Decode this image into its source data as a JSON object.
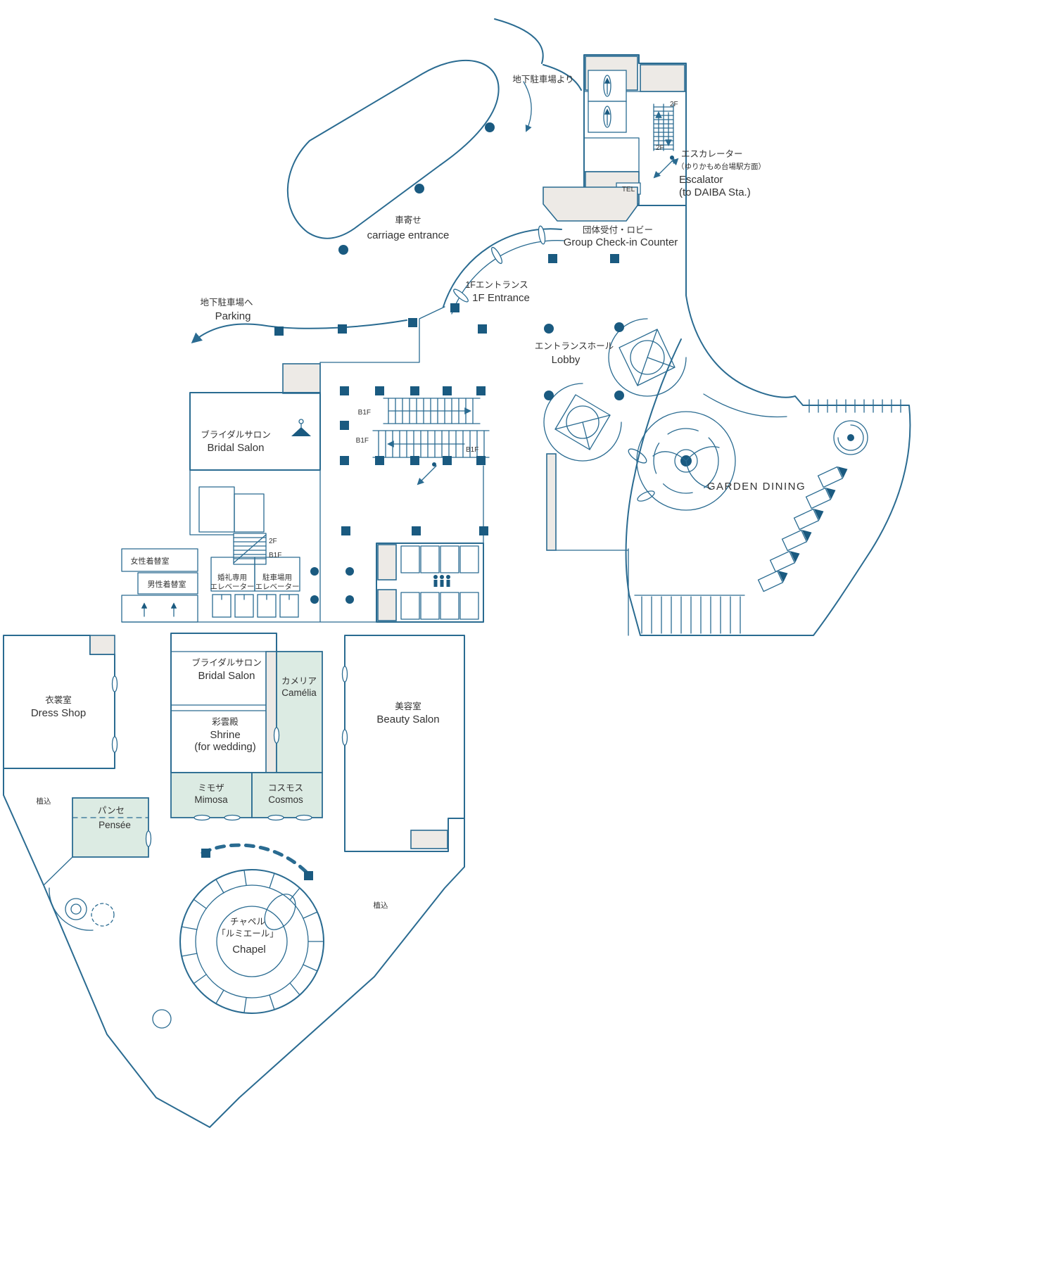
{
  "colors": {
    "line": "#2a6b91",
    "pillar": "#1a5a80",
    "room_gray": "#edeae6",
    "room_green": "#dcebe3",
    "text": "#333333",
    "background": "#ffffff"
  },
  "areas": {
    "from_parking": "地下駐車場より",
    "carriage": {
      "jp": "車寄せ",
      "en": "carriage entrance"
    },
    "group_checkin": {
      "jp": "団体受付・ロビー",
      "en": "Group Check-in Counter"
    },
    "escalator": {
      "jp": "エスカレーター",
      "jp_note": "（ゆりかもめ台場駅方面）",
      "en": "Escalator",
      "en_note": "(to DAIBA Sta.)"
    },
    "tel": "TEL",
    "entrance": {
      "jp": "1Fエントランス",
      "en": "1F Entrance"
    },
    "lobby": {
      "jp": "エントランスホール",
      "en": "Lobby"
    },
    "parking": {
      "jp": "地下駐車場へ",
      "en": "Parking"
    },
    "bridal_salon_north": {
      "jp": "ブライダルサロン",
      "en": "Bridal Salon"
    },
    "garden_dining": "GARDEN DINING",
    "women_changing": "女性着替室",
    "men_changing": "男性着替室",
    "wedding_elevator": {
      "l1": "婚礼専用",
      "l2": "エレベーター"
    },
    "parking_elevator": {
      "l1": "駐車場用",
      "l2": "エレベーター"
    },
    "bridal_salon_south": {
      "jp": "ブライダルサロン",
      "en": "Bridal Salon"
    },
    "camelia": {
      "jp": "カメリア",
      "en": "Camélia"
    },
    "dress_shop": {
      "jp": "衣裳室",
      "en": "Dress Shop"
    },
    "shrine": {
      "jp": "彩雲殿",
      "en": "Shrine",
      "en2": "(for wedding)"
    },
    "beauty_salon": {
      "jp": "美容室",
      "en": "Beauty Salon"
    },
    "mimosa": {
      "jp": "ミモザ",
      "en": "Mimosa"
    },
    "cosmos": {
      "jp": "コスモス",
      "en": "Cosmos"
    },
    "pensee": {
      "jp": "パンセ",
      "en": "Pensée"
    },
    "chapel": {
      "jp": "チャペル",
      "jp2": "「ルミエール」",
      "en": "Chapel"
    },
    "planting": "植込",
    "floor_2f": "2F",
    "floor_b1f": "B1F"
  }
}
